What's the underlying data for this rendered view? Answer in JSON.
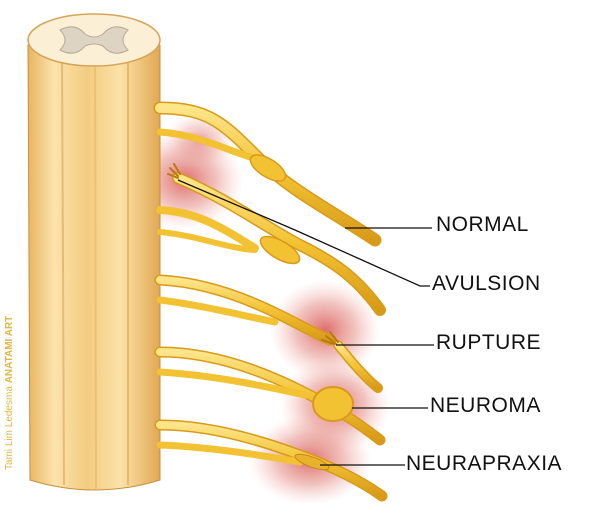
{
  "labels": {
    "normal": "NORMAL",
    "avulsion": "AVULSION",
    "rupture": "RUPTURE",
    "neuroma": "NEUROMA",
    "neurapraxia": "NEURAPRAXIA"
  },
  "credit": {
    "artist": "Tami Lim Ledesma",
    "studio": "ANATAMI ART"
  },
  "colors": {
    "cord": "#f6d58e",
    "nerve": "#f2c23a",
    "injury_glow": "#d9534f",
    "label": "#111111"
  }
}
